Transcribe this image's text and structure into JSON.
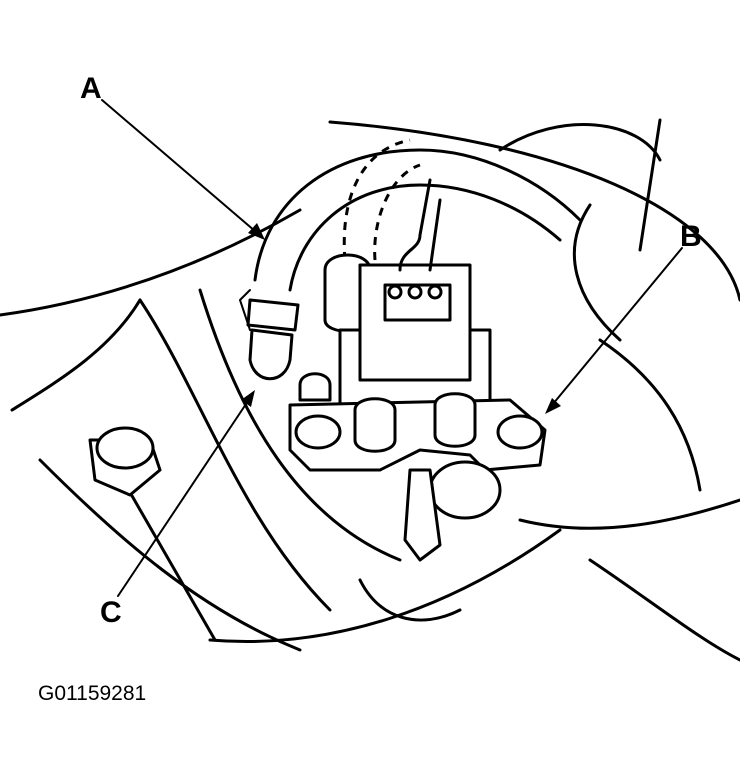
{
  "callouts": {
    "a": "A",
    "b": "B",
    "c": "C"
  },
  "figure_code": "G01159281"
}
